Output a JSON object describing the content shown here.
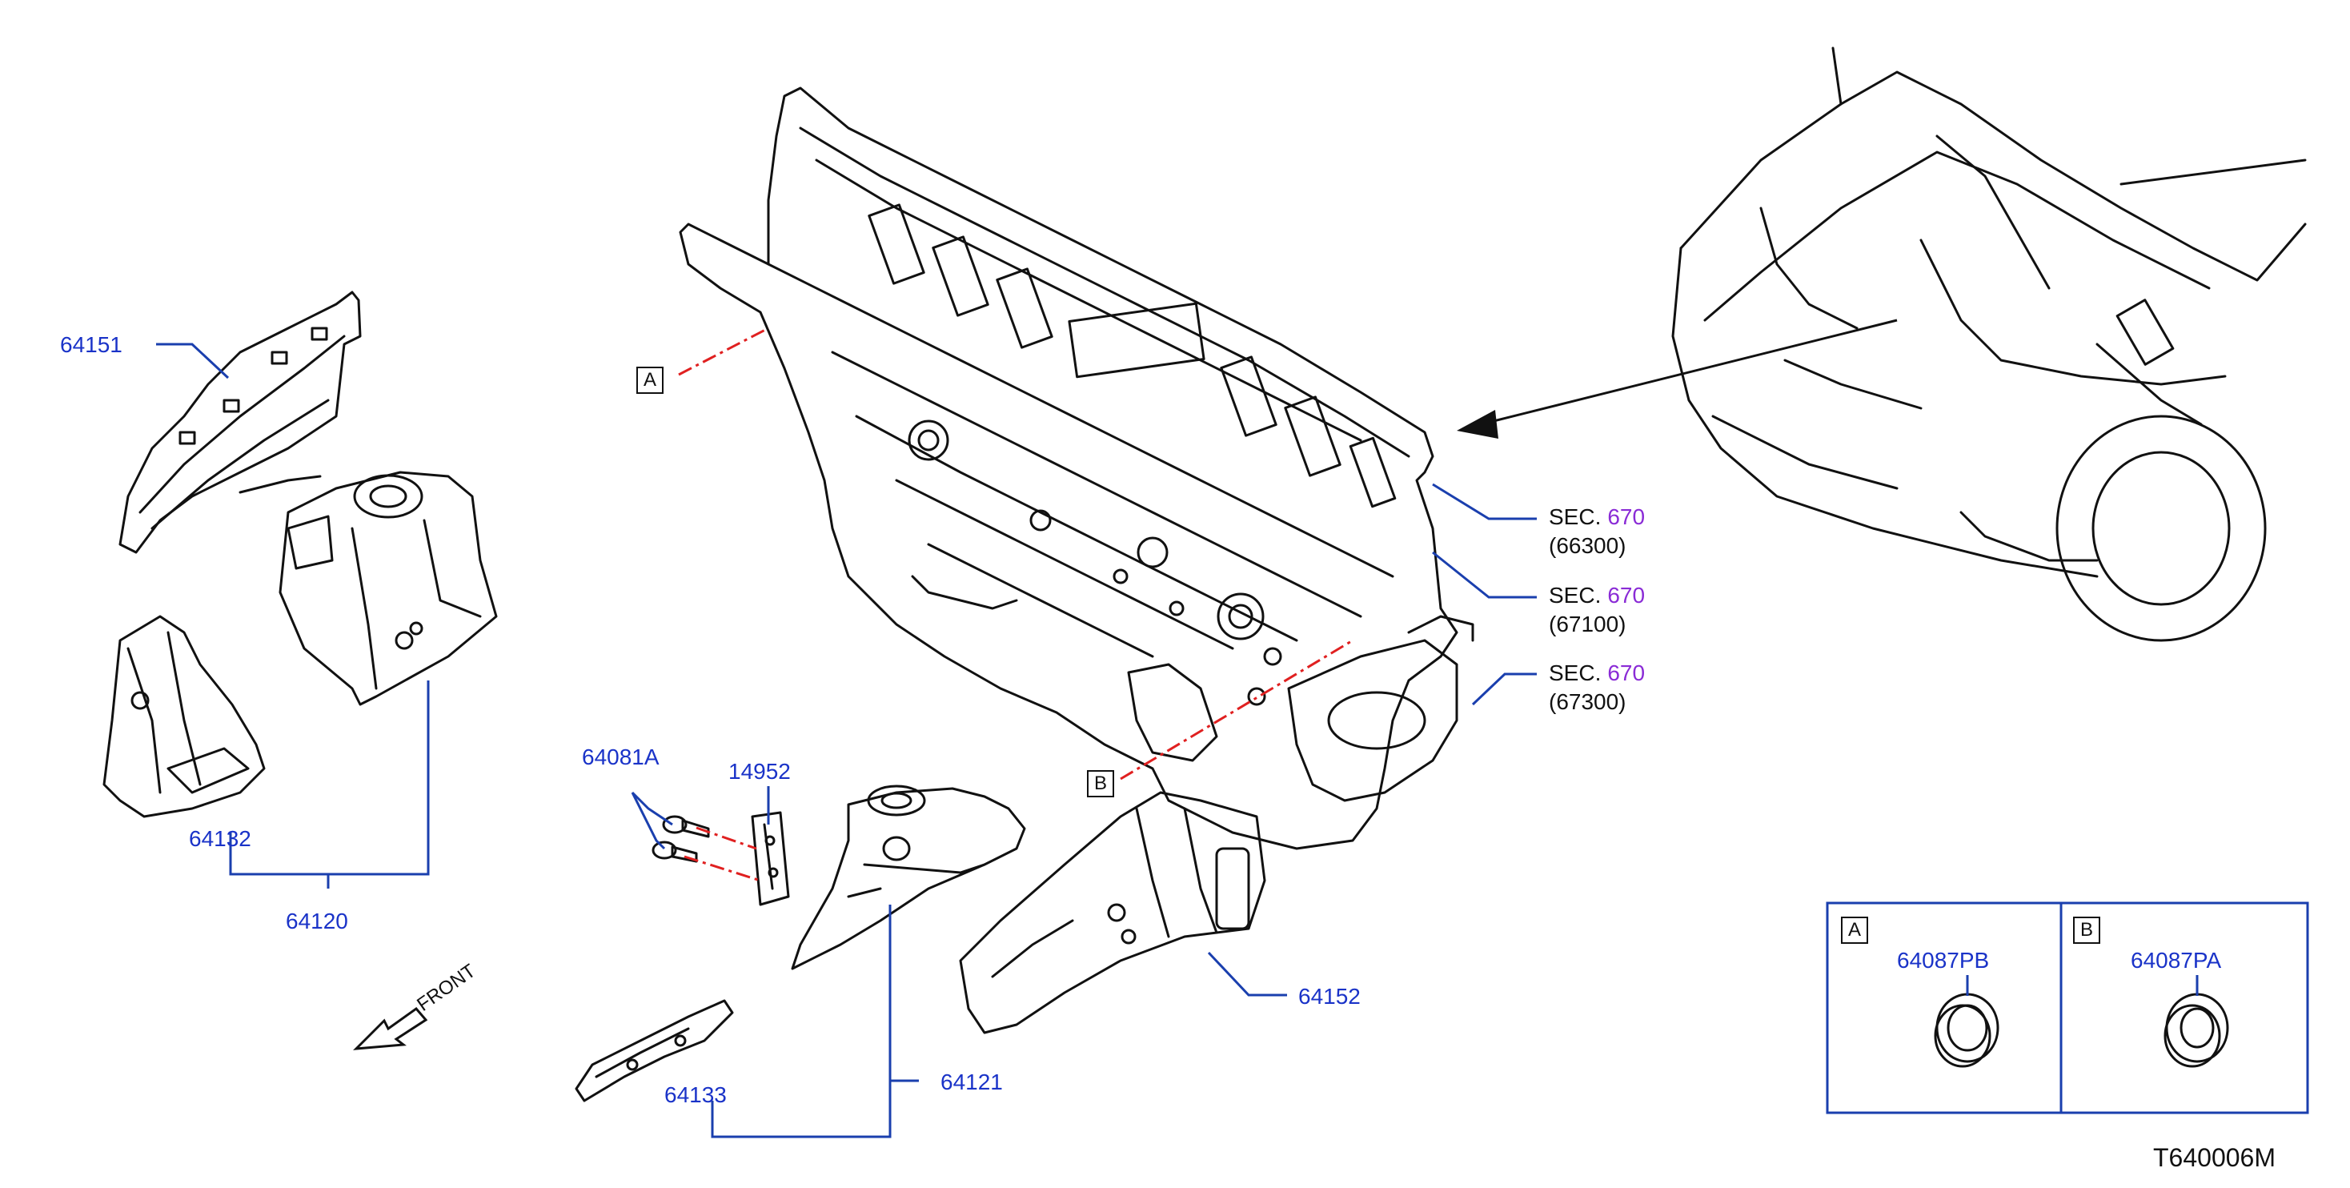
{
  "colors": {
    "callout_line": "#1a3fae",
    "reference_line": "#e02020",
    "part_number": "#1a33c8",
    "section_number": "#8a2bd6",
    "outline": "#111111"
  },
  "parts": {
    "p64151": "64151",
    "p64132": "64132",
    "p64120": "64120",
    "p64081A": "64081A",
    "p14952": "14952",
    "p64133": "64133",
    "p64121": "64121",
    "p64152": "64152"
  },
  "sections": [
    {
      "sec": "SEC.",
      "num": "670",
      "sub": "(66300)"
    },
    {
      "sec": "SEC.",
      "num": "670",
      "sub": "(67100)"
    },
    {
      "sec": "SEC.",
      "num": "670",
      "sub": "(67300)"
    }
  ],
  "references": {
    "a": "A",
    "b": "B"
  },
  "inset": {
    "a_letter": "A",
    "a_part": "64087PB",
    "b_letter": "B",
    "b_part": "64087PA"
  },
  "front_label": "FRONT",
  "diagram_code": "T640006M",
  "icons": [
    "front-arrow-icon",
    "grommet-icon",
    "bolt-icon"
  ]
}
